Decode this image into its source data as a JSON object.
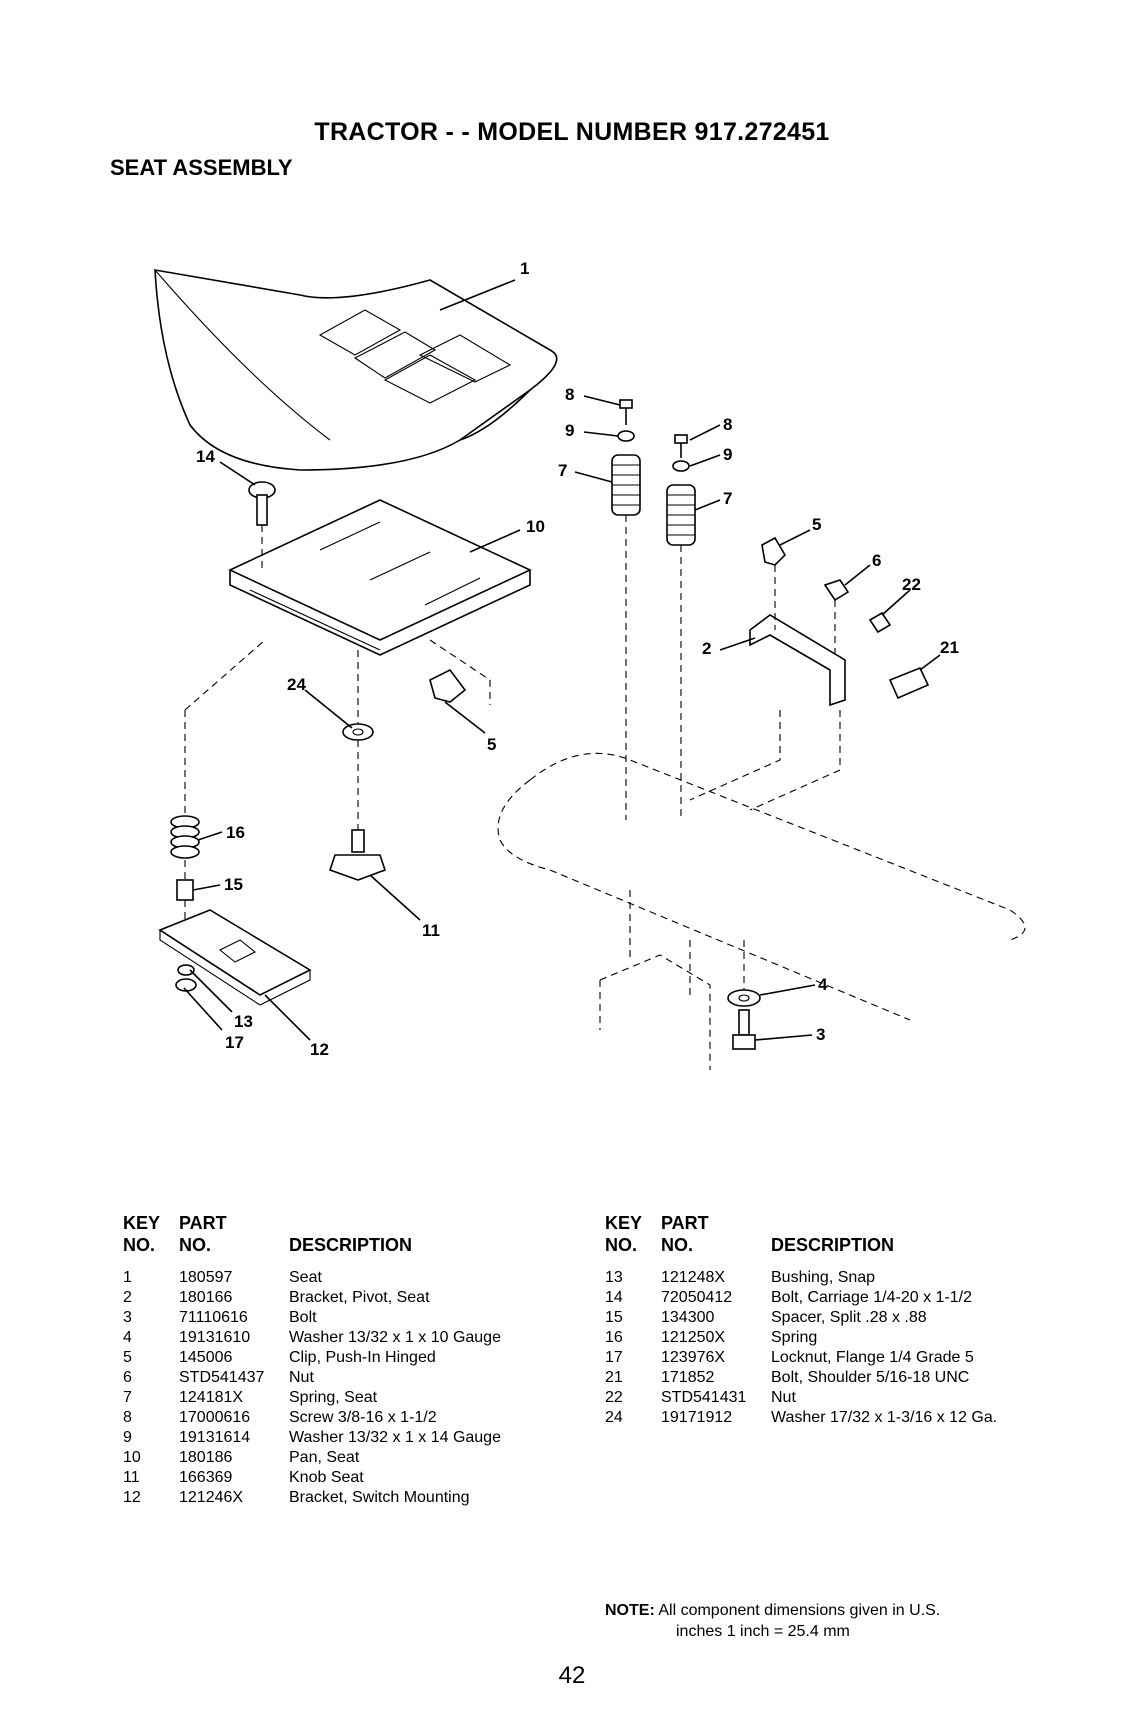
{
  "header": {
    "title": "TRACTOR - - MODEL NUMBER 917.272451",
    "subtitle": "SEAT ASSEMBLY"
  },
  "diagram": {
    "callouts": [
      "1",
      "14",
      "10",
      "24",
      "5",
      "16",
      "15",
      "11",
      "13",
      "17",
      "12",
      "8",
      "9",
      "7",
      "8",
      "9",
      "7",
      "5",
      "6",
      "22",
      "2",
      "21",
      "4",
      "3"
    ]
  },
  "table_headers": {
    "key_line1": "KEY",
    "key_line2": "NO.",
    "part_line1": "PART",
    "part_line2": "NO.",
    "description": "DESCRIPTION"
  },
  "parts_left": [
    {
      "key": "1",
      "part": "180597",
      "desc": "Seat"
    },
    {
      "key": "2",
      "part": "180166",
      "desc": "Bracket, Pivot, Seat"
    },
    {
      "key": "3",
      "part": "71110616",
      "desc": "Bolt"
    },
    {
      "key": "4",
      "part": "19131610",
      "desc": "Washer 13/32 x 1 x 10 Gauge"
    },
    {
      "key": "5",
      "part": "145006",
      "desc": "Clip, Push-In Hinged"
    },
    {
      "key": "6",
      "part": "STD541437",
      "desc": "Nut"
    },
    {
      "key": "7",
      "part": "124181X",
      "desc": "Spring, Seat"
    },
    {
      "key": "8",
      "part": "17000616",
      "desc": "Screw 3/8-16 x 1-1/2"
    },
    {
      "key": "9",
      "part": "19131614",
      "desc": "Washer 13/32 x 1 x 14 Gauge"
    },
    {
      "key": "10",
      "part": "180186",
      "desc": "Pan, Seat"
    },
    {
      "key": "11",
      "part": "166369",
      "desc": "Knob Seat"
    },
    {
      "key": "12",
      "part": "121246X",
      "desc": "Bracket, Switch Mounting"
    }
  ],
  "parts_right": [
    {
      "key": "13",
      "part": "121248X",
      "desc": "Bushing, Snap"
    },
    {
      "key": "14",
      "part": "72050412",
      "desc": "Bolt, Carriage 1/4-20 x 1-1/2"
    },
    {
      "key": "15",
      "part": "134300",
      "desc": "Spacer, Split .28 x .88"
    },
    {
      "key": "16",
      "part": "121250X",
      "desc": "Spring"
    },
    {
      "key": "17",
      "part": "123976X",
      "desc": "Locknut, Flange 1/4 Grade 5"
    },
    {
      "key": "21",
      "part": "171852",
      "desc": "Bolt, Shoulder 5/16-18 UNC"
    },
    {
      "key": "22",
      "part": "STD541431",
      "desc": "Nut"
    },
    {
      "key": "24",
      "part": "19171912",
      "desc": "Washer 17/32 x 1-3/16 x 12 Ga."
    }
  ],
  "note": {
    "label": "NOTE:",
    "line1": "All component dimensions given in U.S.",
    "line2": "inches 1 inch = 25.4 mm"
  },
  "page_number": "42"
}
